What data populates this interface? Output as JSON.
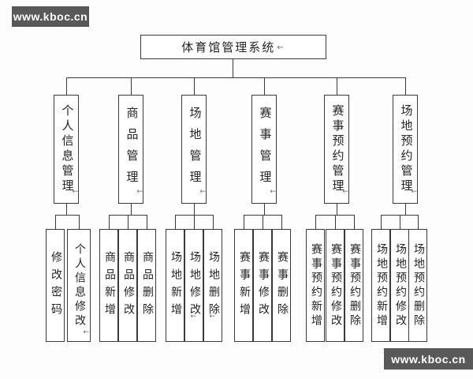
{
  "watermark": {
    "text": "www.kboc.cn",
    "bg_color": "#595959",
    "text_color": "#ffffff"
  },
  "glyphs": {
    "paragraph_mark": "←"
  },
  "diagram": {
    "root": {
      "label": "体育馆管理系统"
    },
    "branches": [
      {
        "label": "个人信息管理",
        "children": [
          "修改密码",
          "个人信息修改"
        ]
      },
      {
        "label": "商品管理",
        "children": [
          "商品新增",
          "商品修改",
          "商品删除"
        ]
      },
      {
        "label": "场地管理",
        "children": [
          "场地新增",
          "场地修改",
          "场地删除"
        ]
      },
      {
        "label": "赛事管理",
        "children": [
          "赛事新增",
          "赛事修改",
          "赛事删除"
        ]
      },
      {
        "label": "赛事预约管理",
        "children": [
          "赛事预约新增",
          "赛事预约修改",
          "赛事预约删除"
        ]
      },
      {
        "label": "场地预约管理",
        "children": [
          "场地预约新增",
          "场地预约修改",
          "场地预约删除"
        ]
      }
    ]
  }
}
